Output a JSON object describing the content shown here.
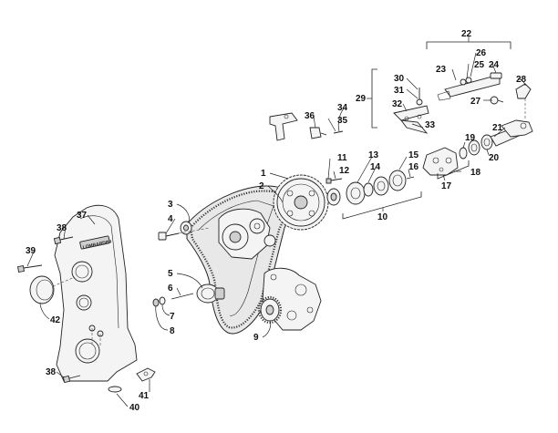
{
  "diagram": {
    "callouts": [
      "1",
      "2",
      "3",
      "4",
      "5",
      "6",
      "7",
      "8",
      "9",
      "10",
      "11",
      "12",
      "13",
      "14",
      "15",
      "16",
      "17",
      "18",
      "19",
      "20",
      "21",
      "22",
      "23",
      "24",
      "25",
      "26",
      "27",
      "28",
      "29",
      "30",
      "31",
      "32",
      "33",
      "34",
      "35",
      "36",
      "37",
      "38",
      "38",
      "39",
      "40",
      "41",
      "42"
    ],
    "cover_logo": "LOMBARDINI"
  }
}
